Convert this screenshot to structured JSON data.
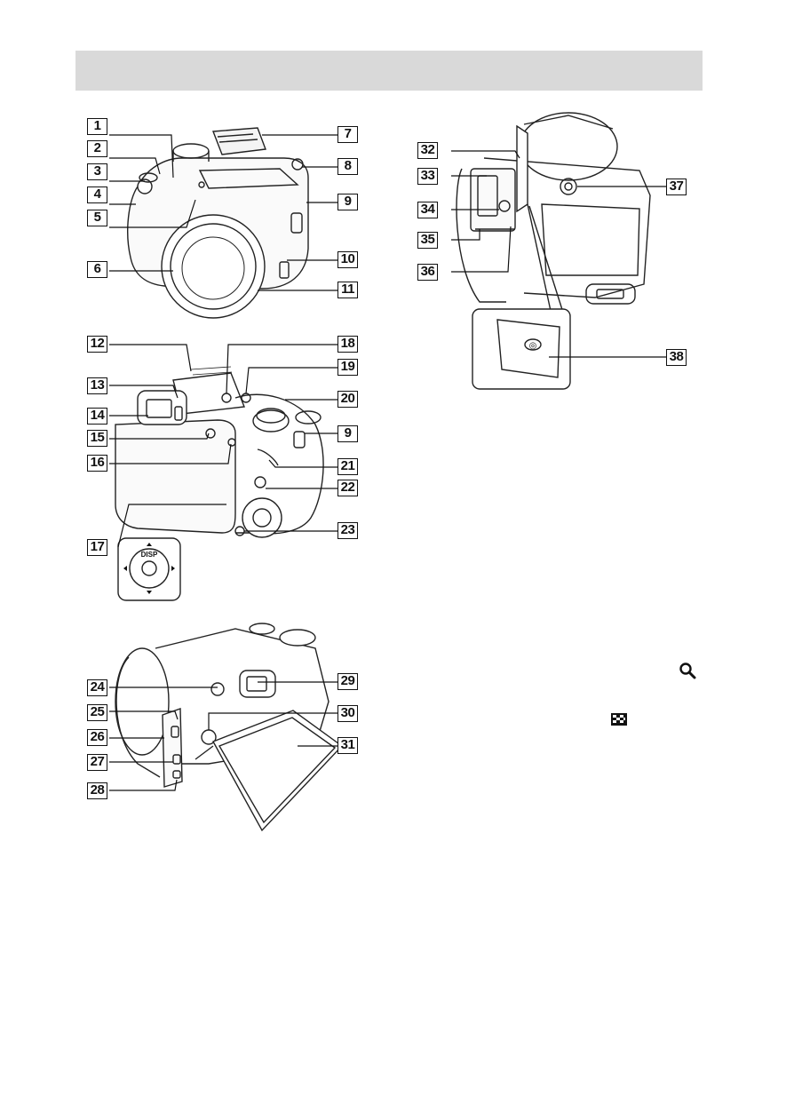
{
  "icons": {
    "zoom": "magnifier-icon",
    "index": "checker-icon"
  },
  "figure1": {
    "callouts": [
      "1",
      "2",
      "3",
      "4",
      "5",
      "6",
      "7",
      "8",
      "9",
      "10",
      "11"
    ]
  },
  "figure2": {
    "callouts": [
      "12",
      "13",
      "14",
      "15",
      "16",
      "17",
      "18",
      "19",
      "20",
      "9",
      "21",
      "22",
      "23"
    ],
    "control_pad": {
      "top": "DISP"
    }
  },
  "figure3": {
    "callouts": [
      "24",
      "25",
      "26",
      "27",
      "28",
      "29",
      "30",
      "31"
    ]
  },
  "figure4": {
    "callouts": [
      "32",
      "33",
      "34",
      "35",
      "36",
      "37",
      "38"
    ],
    "cover_mark": "◎"
  }
}
